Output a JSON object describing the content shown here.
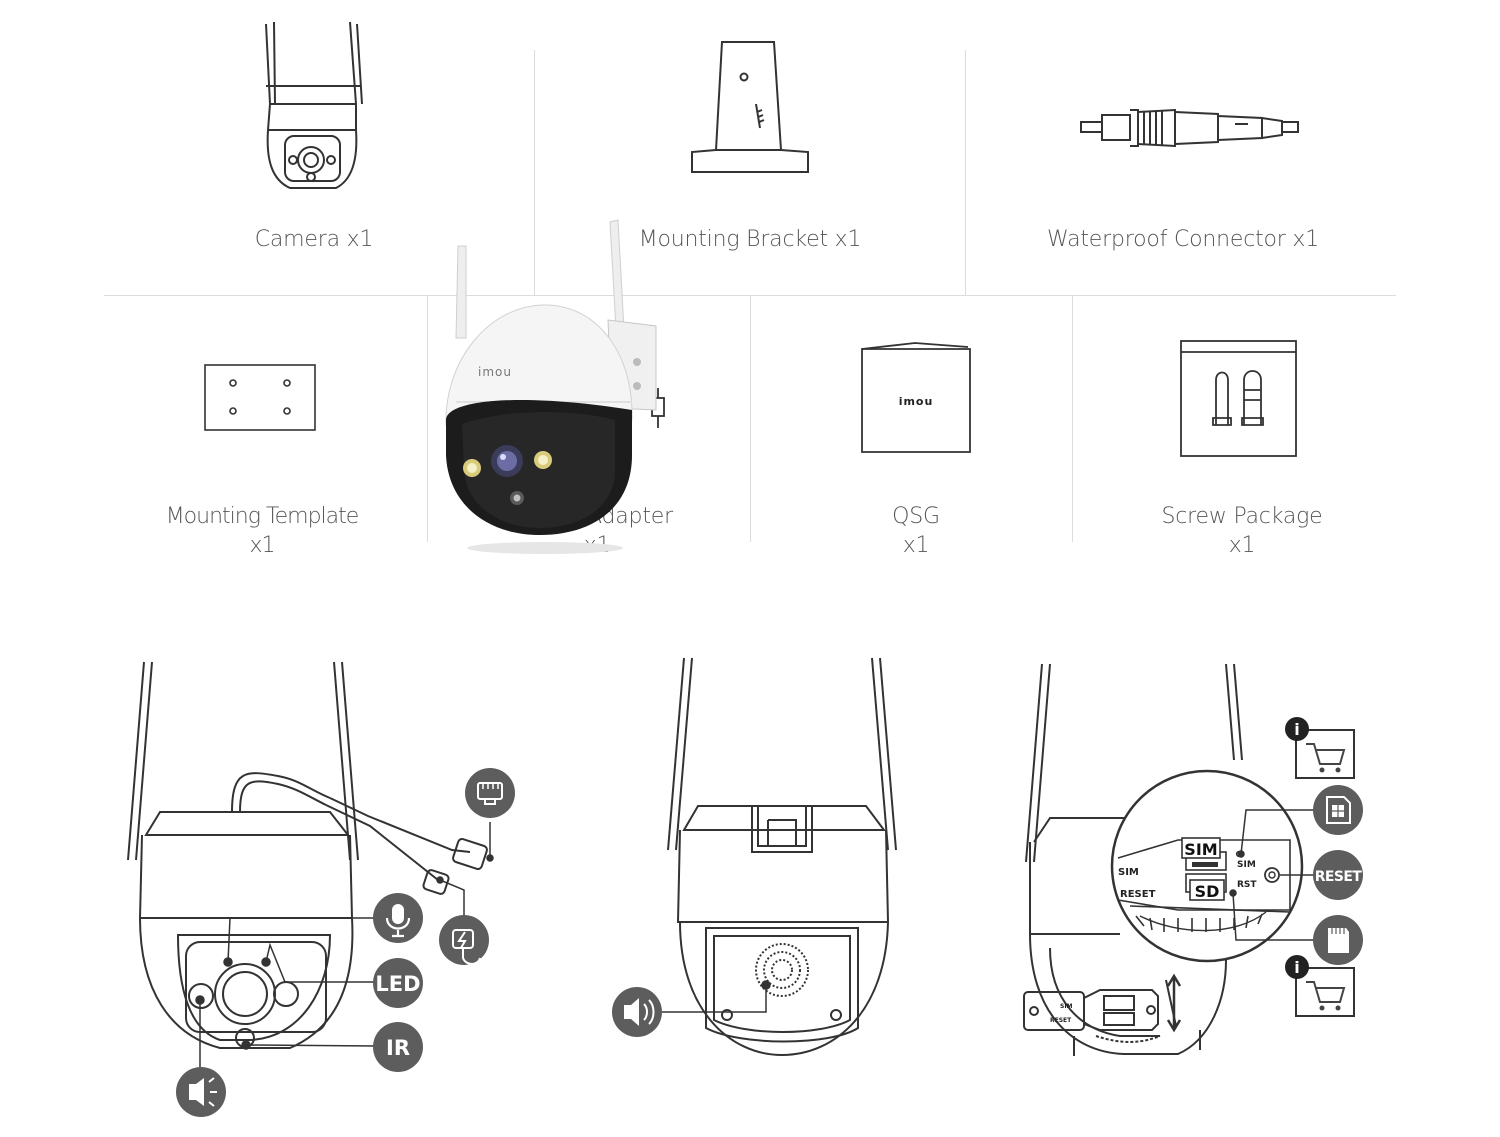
{
  "package_items": [
    {
      "name": "Camera x1"
    },
    {
      "name": "Mounting Bracket x1"
    },
    {
      "name": "Waterproof Connector x1"
    },
    {
      "name": "Mounting Template",
      "qty": "x1"
    },
    {
      "name": "Adapter",
      "qty": "x1"
    },
    {
      "name": "QSG",
      "qty": "x1"
    },
    {
      "name": "Screw Package",
      "qty": "x1"
    }
  ],
  "brand": "imou",
  "callouts": {
    "led": "LED",
    "ir": "IR",
    "reset": "RESET",
    "sim": "SIM",
    "sd": "SD",
    "sim_small": "SIM",
    "rst_small": "RST",
    "sim_side": "SIM",
    "reset_side": "RESET",
    "info": "i"
  },
  "icons": [
    "ethernet-port-icon",
    "power-port-icon",
    "microphone-icon",
    "speaker-icon",
    "spotlight-icon",
    "cart-icon",
    "sim-card-icon",
    "sd-card-icon",
    "info-icon"
  ],
  "colors": {
    "callout_circle": "#5d5d5d",
    "line": "#333333",
    "divider": "#dcdcdc"
  }
}
